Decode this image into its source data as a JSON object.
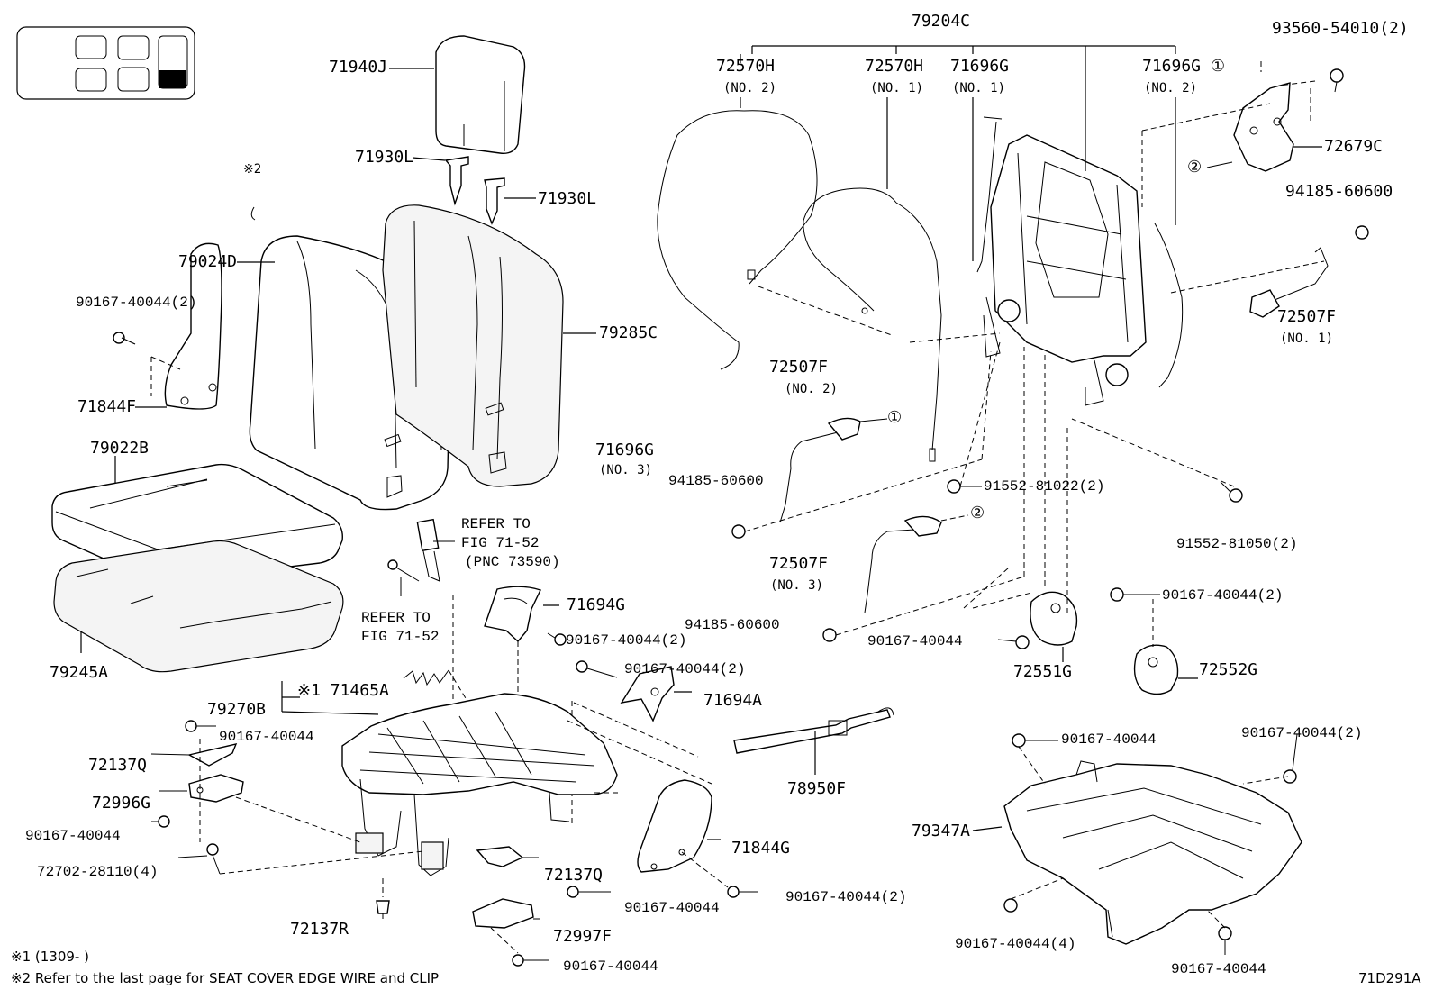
{
  "diagram": {
    "figure_code": "71D291A",
    "notes": {
      "note1": "※1 (1309-      )",
      "note2": "※2 Refer to the last page for SEAT COVER EDGE WIRE and CLIP"
    },
    "labels": {
      "p79204C": "79204C",
      "p72570H_2": "72570H",
      "p72570H_2_sub": "(NO. 2)",
      "p72570H_1": "72570H",
      "p72570H_1_sub": "(NO. 1)",
      "p71696G_1": "71696G",
      "p71696G_1_sub": "(NO. 1)",
      "p71696G_2": "71696G ①",
      "p71696G_2_sub": "(NO. 2)",
      "p93560": "93560-54010(2)",
      "p72679C": "72679C",
      "circ2_top": "②",
      "p94185_right": "94185-60600",
      "p72507F_1": "72507F",
      "p72507F_1_sub": "(NO. 1)",
      "p71940J": "71940J",
      "p71930L_a": "71930L",
      "p71930L_b": "71930L",
      "note2_mark": "※2",
      "p79024D": "79024D",
      "p90167_2_left": "90167-40044(2)",
      "p79285C": "79285C",
      "p71844F": "71844F",
      "p72507F_2": "72507F",
      "p72507F_2_sub": "(NO. 2)",
      "circ1_mid": "①",
      "p79022B": "79022B",
      "p71696G_3": "71696G",
      "p71696G_3_sub": "(NO. 3)",
      "p94185_mid": "94185-60600",
      "p91552_81022": "91552-81022(2)",
      "p91552_81050": "91552-81050(2)",
      "refer1": "REFER TO",
      "refer1b": "FIG 71-52",
      "refer1c": "(PNC 73590)",
      "circ2_mid": "②",
      "p72507F_3": "72507F",
      "p72507F_3_sub": "(NO. 3)",
      "refer2": "REFER TO",
      "refer2b": "FIG 71-52",
      "p71694G": "71694G",
      "p90167_2_a": "90167-40044(2)",
      "p90167_2_r": "90167-40044(2)",
      "p94185_low": "94185-60600",
      "p90167_mid": "90167-40044",
      "p79245A": "79245A",
      "p90167_2_b": "90167-40044(2)",
      "p71465A": "※1 71465A",
      "p71694A": "71694A",
      "p72551G": "72551G",
      "p72552G": "72552G",
      "p79270B": "79270B",
      "p90167_a": "90167-40044",
      "p90167_rb": "90167-40044",
      "p90167_2_rb": "90167-40044(2)",
      "p72137Q_a": "72137Q",
      "p78950F": "78950F",
      "p72996G": "72996G",
      "p79347A": "79347A",
      "p90167_b": "90167-40044",
      "p71844G": "71844G",
      "p72702": "72702-28110(4)",
      "p72137Q_b": "72137Q",
      "p90167_2_c": "90167-40044(2)",
      "p90167_c": "90167-40044",
      "p90167_4": "90167-40044(4)",
      "p72137R": "72137R",
      "p72997F": "72997F",
      "p90167_d": "90167-40044",
      "p90167_e": "90167-40044"
    }
  }
}
